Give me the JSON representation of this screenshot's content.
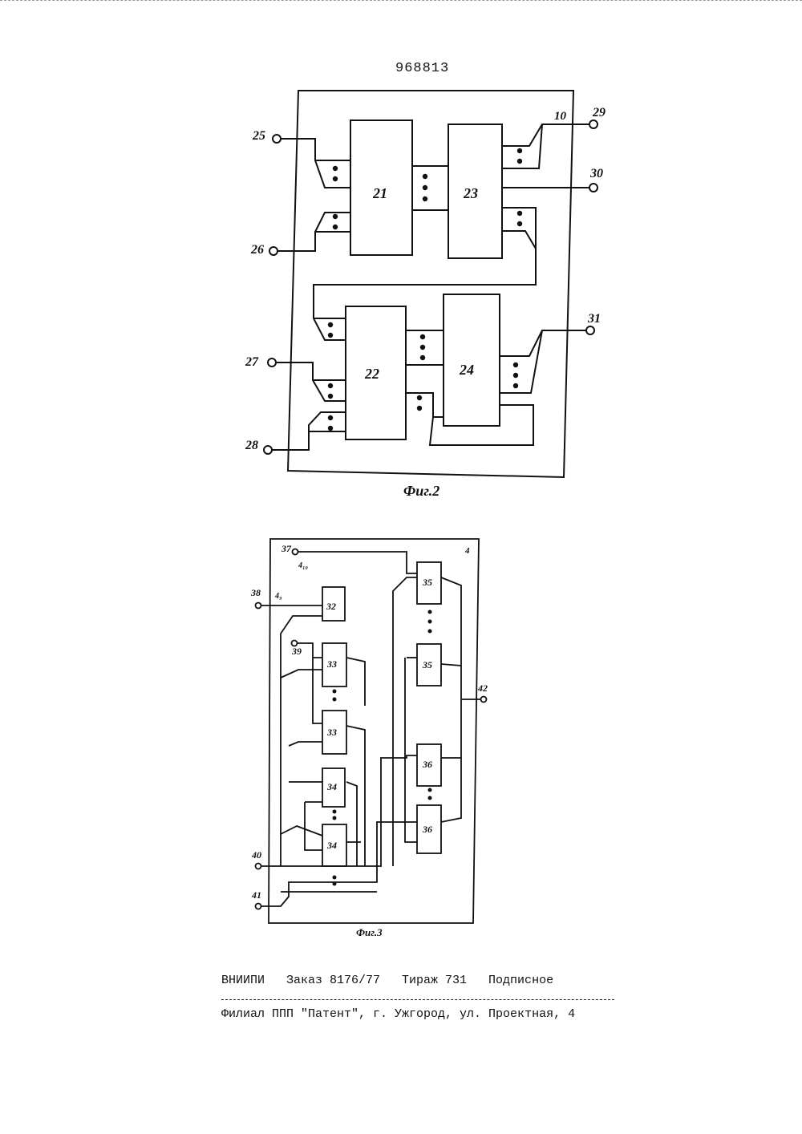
{
  "page_number": "968813",
  "figure2": {
    "caption": "Фиг.2",
    "blocks": {
      "b21": "21",
      "b22": "22",
      "b23": "23",
      "b24": "24"
    },
    "terminals": {
      "t25": "25",
      "t26": "26",
      "t27": "27",
      "t28": "28",
      "t29": "29",
      "t30": "30",
      "t31": "31"
    },
    "unit_label": "10"
  },
  "figure3": {
    "caption": "Фиг.3",
    "unit_label": "4",
    "blocks": {
      "b32": "32",
      "b33a": "33",
      "b33b": "33",
      "b34a": "34",
      "b34b": "34",
      "b35a": "35",
      "b35b": "35",
      "b36a": "36",
      "b36b": "36"
    },
    "terminals": {
      "t37": "37",
      "t38": "38",
      "t39": "39",
      "t40": "40",
      "t41": "41",
      "t42": "42"
    },
    "sub_labels": {
      "s410": "4₁₀",
      "s49": "4₉"
    }
  },
  "imprint": {
    "line1": "ВНИИПИ   Заказ 8176/77   Тираж 731   Подписное",
    "line2": "Филиал ППП \"Патент\", г. Ужгород, ул. Проектная, 4"
  }
}
